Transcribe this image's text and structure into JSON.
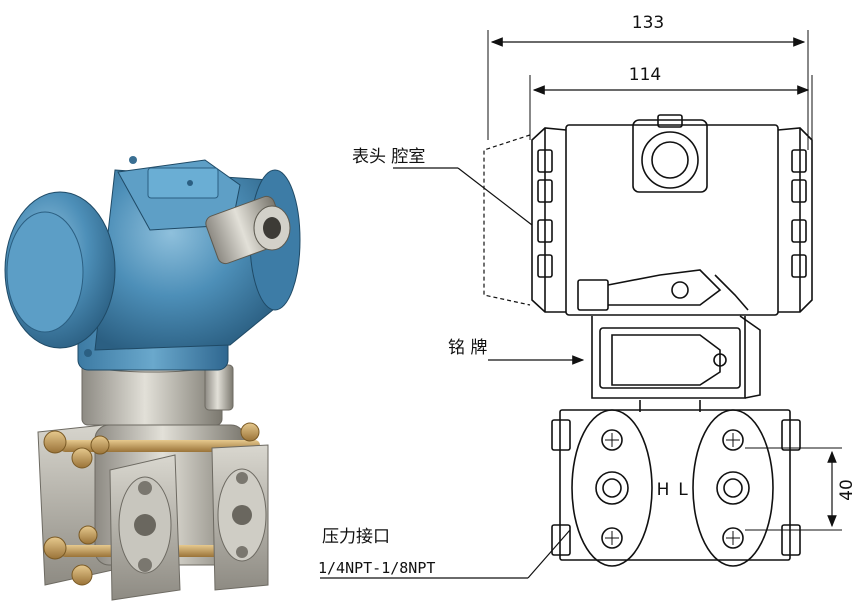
{
  "diagram": {
    "dimensions": {
      "overall_width": "133",
      "housing_width": "114",
      "flange_hole_spacing": "40"
    },
    "callouts": {
      "meter_chamber": "表头 腔室",
      "nameplate": "铭 牌",
      "pressure_port": "压力接口",
      "thread_spec": "1/4NPT-1/8NPT"
    },
    "port_markers": {
      "high": "H",
      "low": "L"
    }
  },
  "colors": {
    "housing_blue": "#4d8fb8",
    "steel": "#b8b6ae",
    "brass": "#c09a5a",
    "line": "#111111"
  }
}
